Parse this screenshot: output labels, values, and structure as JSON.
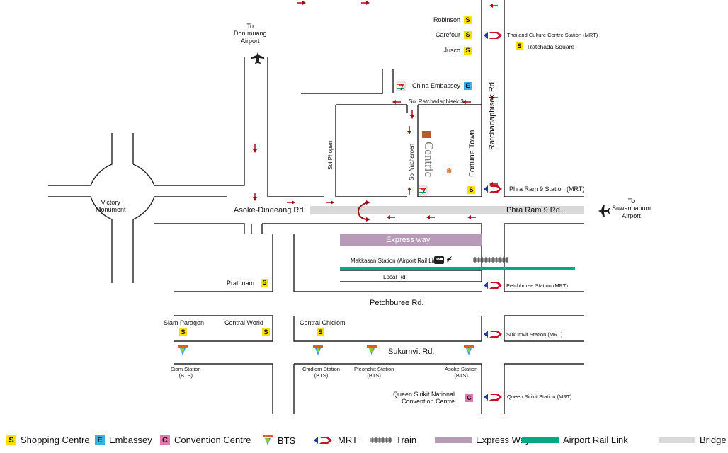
{
  "colors": {
    "road": "#222222",
    "arrow": "#a01010",
    "bridge": "#d9d9d9",
    "expressway": "#b79ab8",
    "airport_rail": "#00a985",
    "shopping": "#f5e000",
    "embassy": "#39b1e0",
    "convention": "#e07bb0",
    "mrt_red": "#c8102e",
    "mrt_blue": "#1f3a93"
  },
  "places": {
    "robinson": "Robinson",
    "carefour": "Carefour",
    "jusco": "Jusco",
    "thailand_culture": "Thailand Culture Centre Station (MRT)",
    "ratchada_square": "Ratchada Square",
    "china_embassy": "China Embassey",
    "soi_ratchadaphisek3": "Soi Ratchadaphisek 3",
    "ratchadaphisek_rd": "Ratchadaphisek Rd.",
    "fortune_town": "Fortune Town",
    "phra_ram9_station": "Phra Ram 9 Station (MRT)",
    "soi_phopan": "Soi Phopan",
    "soi_yucharoen": "Soi Yucharoen",
    "victory_monument": "Victory\nMonument",
    "to_don_muang": "To\nDon muang\nAirport",
    "to_suwannapum": "To\nSuwannapum\nAirport",
    "asoke_dindaeng": "Asoke-Dindeang Rd.",
    "phra_ram9_rd": "Phra Ram 9 Rd.",
    "express_way": "Express way",
    "makkasan": "Makkasan Station (Airport Rail Link)",
    "local_rd": "Local Rd.",
    "pratunam": "Pratunam",
    "petchburee_station": "Petchburee Station (MRT)",
    "petchburee_rd": "Petchburee Rd.",
    "siam_paragon": "Siam Paragon",
    "central_world": "Central World",
    "central_chidlom": "Central Chidlom",
    "sukumvit_station": "Sukumvit Station (MRT)",
    "sukumvit_rd": "Sukumvit Rd.",
    "siam_station": "Siam Station\n(BTS)",
    "chidlom_station": "Chidlom Station\n(BTS)",
    "pleonchit_station": "Pleonchit Station\n(BTS)",
    "asoke_station": "Asoke Station\n(BTS)",
    "queen_sirikit_cc": "Queen Sirikit National\nConvention Centre",
    "queen_sirikit_station": "Queen Sirikit Station (MRT)",
    "centric_logo": "Centric"
  },
  "badges": {
    "s": "S",
    "e": "E",
    "c": "C"
  },
  "legend": {
    "shopping": "Shopping Centre",
    "embassy": "Embassey",
    "convention": "Convention Centre",
    "bts": "BTS",
    "mrt": "MRT",
    "train": "Train",
    "expressway": "Express Way",
    "airport_rail": "Airport Rail Link",
    "bridge": "Bridge"
  }
}
